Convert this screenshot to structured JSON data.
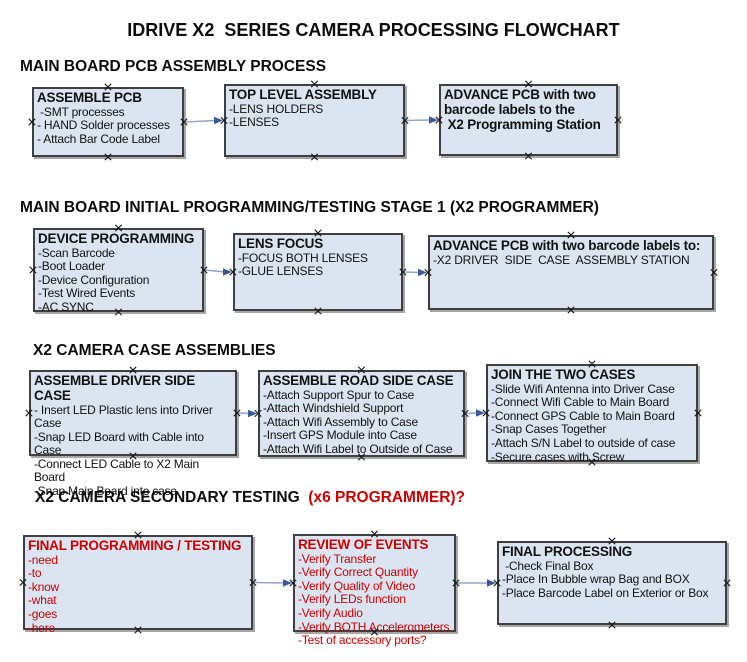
{
  "title": "IDRIVE X2  SERIES CAMERA PROCESSING FLOWCHART",
  "colors": {
    "box_fill": "#dbe5f1",
    "box_border": "#3f3f3f",
    "accent_red": "#cc0000",
    "arrow_line": "#91a5c8",
    "arrow_head": "#3a5a9b"
  },
  "sections": [
    {
      "heading": "MAIN BOARD PCB ASSEMBLY PROCESS",
      "boxes": [
        {
          "title": "ASSEMBLE PCB",
          "body": " -SMT processes\n- HAND Solder processes\n- Attach Bar Code Label"
        },
        {
          "title": "TOP LEVEL ASSEMBLY",
          "body": "-LENS HOLDERS\n-LENSES"
        },
        {
          "title": "ADVANCE PCB with two\nbarcode labels to the\n X2 Programming Station",
          "body": ""
        }
      ]
    },
    {
      "heading": "MAIN BOARD INITIAL PROGRAMMING/TESTING STAGE 1 (X2 PROGRAMMER)",
      "boxes": [
        {
          "title": "DEVICE PROGRAMMING",
          "body": "-Scan Barcode\n-Boot Loader\n-Device Configuration\n-Test Wired Events\n-AC SYNC"
        },
        {
          "title": "LENS FOCUS",
          "body": "-FOCUS BOTH LENSES\n-GLUE LENSES"
        },
        {
          "title": "ADVANCE PCB with two barcode labels to:",
          "body": "-X2 DRIVER  SIDE  CASE  ASSEMBLY STATION"
        }
      ]
    },
    {
      "heading": "X2 CAMERA CASE ASSEMBLIES",
      "boxes": [
        {
          "title": "ASSEMBLE DRIVER SIDE CASE",
          "body": "- Insert LED Plastic lens into Driver Case\n-Snap LED Board with Cable into Case\n-Connect LED Cable to X2 Main Board\n-Snap Main Board into case"
        },
        {
          "title": "ASSEMBLE ROAD SIDE CASE",
          "body": "-Attach Support Spur to Case\n-Attach Windshield Support\n-Attach Wifi Assembly to Case\n-Insert GPS Module into Case\n-Attach Wifi Label to Outside of Case"
        },
        {
          "title": "JOIN THE TWO CASES",
          "body": "-Slide Wifi Antenna into Driver Case\n-Connect Wifi Cable to Main Board\n-Connect GPS Cable to Main Board\n-Snap Cases Together\n-Attach S/N Label to outside of case\n-Secure cases with Screw"
        }
      ]
    },
    {
      "heading": "X2 CAMERA SECONDARY TESTING",
      "heading_suffix": "  (x6 PROGRAMMER)?",
      "boxes": [
        {
          "title": "FINAL PROGRAMMING / TESTING",
          "body": "-need\n-to\n-know\n-what\n-goes\n-here",
          "red": true
        },
        {
          "title": "REVIEW OF EVENTS",
          "body": "-Verify Transfer\n-Verify Correct Quantity\n-Verify Quality of Video\n-Verify LEDs function\n-Verify Audio\n-Verify BOTH Accelerometers\n-Test of accessory ports?",
          "red": true
        },
        {
          "title": "FINAL PROCESSING",
          "body": " -Check Final Box\n-Place In Bubble wrap Bag and BOX\n-Place Barcode Label on Exterior or Box"
        }
      ]
    }
  ]
}
